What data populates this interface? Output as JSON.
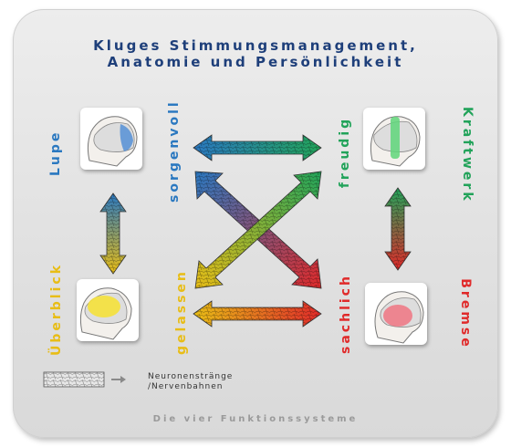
{
  "title": {
    "line1": "Kluges Stimmungsmanagement,",
    "line2": "Anatomie und Persönlichkeit"
  },
  "labels": {
    "lupe": "Lupe",
    "sorgenvoll": "sorgenvoll",
    "freudig": "freudig",
    "kraftwerk": "Kraftwerk",
    "ueberblick": "Überblick",
    "gelassen": "gelassen",
    "sachlich": "sachlich",
    "bremse": "Bremse"
  },
  "legend": {
    "line1": "Neuronenstränge",
    "line2": "/Nervenbahnen"
  },
  "footer": "Die vier Funktionssysteme",
  "colors": {
    "blue": "#2a78c0",
    "green": "#22a35a",
    "yellow": "#e8bd16",
    "red": "#e02a2a",
    "title": "#1e3f7a"
  }
}
